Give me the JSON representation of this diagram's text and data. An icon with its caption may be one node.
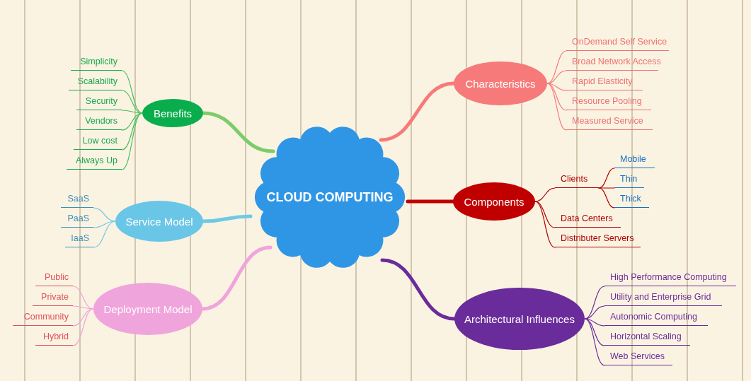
{
  "diagram": {
    "nodes": [
      {
        "text": [
          "CLOUD COMPUTING"
        ]
      },
      {
        "text": [
          "Characteristics"
        ]
      },
      {
        "text": [
          "OnDemand Self Service"
        ]
      },
      {
        "text": [
          "Broad Network Access"
        ]
      },
      {
        "text": [
          "Rapid Elasticity"
        ]
      },
      {
        "text": [
          "Resource Pooling"
        ]
      },
      {
        "text": [
          "Measured Service"
        ]
      },
      {
        "text": [
          "Components"
        ]
      },
      {
        "text": [
          "Clients"
        ]
      },
      {
        "text": [
          "Mobile"
        ]
      },
      {
        "text": [
          "Thin"
        ]
      },
      {
        "text": [
          "Thick"
        ]
      },
      {
        "text": [
          "Data Centers"
        ]
      },
      {
        "text": [
          "Distributer Servers"
        ]
      },
      {
        "text": [
          "Architectural Influences"
        ]
      },
      {
        "text": [
          "High Performance Computing"
        ]
      },
      {
        "text": [
          "Utility and Enterprise Grid"
        ]
      },
      {
        "text": [
          "Autonomic Computing"
        ]
      },
      {
        "text": [
          "Horizontal Scaling"
        ]
      },
      {
        "text": [
          "Web Services"
        ]
      },
      {
        "text": [
          "Benefits"
        ]
      },
      {
        "text": [
          "Simplicity"
        ]
      },
      {
        "text": [
          "Scalability"
        ]
      },
      {
        "text": [
          "Security"
        ]
      },
      {
        "text": [
          "Vendors"
        ]
      },
      {
        "text": [
          "Low cost"
        ]
      },
      {
        "text": [
          "Always Up"
        ]
      },
      {
        "text": [
          "Service Model"
        ]
      },
      {
        "text": [
          "SaaS"
        ]
      },
      {
        "text": [
          "PaaS"
        ]
      },
      {
        "text": [
          "IaaS"
        ]
      },
      {
        "text": [
          "Deployment Model"
        ]
      },
      {
        "text": [
          "Public"
        ]
      },
      {
        "text": [
          "Private"
        ]
      },
      {
        "text": [
          "Community"
        ]
      },
      {
        "text": [
          "Hybrid"
        ]
      }
    ],
    "edges": [
      {
        "from": 0,
        "to": 1,
        "arrow": "none",
        "style": "thick",
        "color": "#f77a7a"
      },
      {
        "from": 0,
        "to": 7,
        "arrow": "none",
        "style": "thick",
        "color": "#c00000"
      },
      {
        "from": 0,
        "to": 14,
        "arrow": "none",
        "style": "thick",
        "color": "#6a2c9a"
      },
      {
        "from": 0,
        "to": 20,
        "arrow": "none",
        "style": "thick",
        "color": "#7ccc6a"
      },
      {
        "from": 0,
        "to": 27,
        "arrow": "none",
        "style": "thick",
        "color": "#6ec9e6"
      },
      {
        "from": 0,
        "to": 31,
        "arrow": "none",
        "style": "thick",
        "color": "#f0a4dc"
      },
      {
        "from": 1,
        "to": 2,
        "arrow": "none",
        "color": "#f77a7a"
      },
      {
        "from": 1,
        "to": 3,
        "arrow": "none",
        "color": "#f77a7a"
      },
      {
        "from": 1,
        "to": 4,
        "arrow": "none",
        "color": "#f77a7a"
      },
      {
        "from": 1,
        "to": 5,
        "arrow": "none",
        "color": "#f77a7a"
      },
      {
        "from": 1,
        "to": 6,
        "arrow": "none",
        "color": "#f77a7a"
      },
      {
        "from": 7,
        "to": 8,
        "arrow": "none",
        "color": "#b00000"
      },
      {
        "from": 8,
        "to": 9,
        "arrow": "none",
        "color": "#b00000"
      },
      {
        "from": 8,
        "to": 10,
        "arrow": "none",
        "color": "#b00000"
      },
      {
        "from": 8,
        "to": 11,
        "arrow": "none",
        "color": "#b00000"
      },
      {
        "from": 7,
        "to": 12,
        "arrow": "none",
        "color": "#b00000"
      },
      {
        "from": 7,
        "to": 13,
        "arrow": "none",
        "color": "#b00000"
      },
      {
        "from": 14,
        "to": 15,
        "arrow": "none",
        "color": "#6a2c9a"
      },
      {
        "from": 14,
        "to": 16,
        "arrow": "none",
        "color": "#6a2c9a"
      },
      {
        "from": 14,
        "to": 17,
        "arrow": "none",
        "color": "#6a2c9a"
      },
      {
        "from": 14,
        "to": 18,
        "arrow": "none",
        "color": "#6a2c9a"
      },
      {
        "from": 14,
        "to": 19,
        "arrow": "none",
        "color": "#6a2c9a"
      },
      {
        "from": 20,
        "to": 21,
        "arrow": "none",
        "color": "#4cbf60"
      },
      {
        "from": 20,
        "to": 22,
        "arrow": "none",
        "color": "#4cbf60"
      },
      {
        "from": 20,
        "to": 23,
        "arrow": "none",
        "color": "#4cbf60"
      },
      {
        "from": 20,
        "to": 24,
        "arrow": "none",
        "color": "#4cbf60"
      },
      {
        "from": 20,
        "to": 25,
        "arrow": "none",
        "color": "#4cbf60"
      },
      {
        "from": 20,
        "to": 26,
        "arrow": "none",
        "color": "#4cbf60"
      },
      {
        "from": 27,
        "to": 28,
        "arrow": "none",
        "color": "#6ec9e6"
      },
      {
        "from": 27,
        "to": 29,
        "arrow": "none",
        "color": "#6ec9e6"
      },
      {
        "from": 27,
        "to": 30,
        "arrow": "none",
        "color": "#6ec9e6"
      },
      {
        "from": 31,
        "to": 32,
        "arrow": "none",
        "color": "#f0a4dc"
      },
      {
        "from": 31,
        "to": 33,
        "arrow": "none",
        "color": "#f0a4dc"
      },
      {
        "from": 31,
        "to": 34,
        "arrow": "none",
        "color": "#f0a4dc"
      },
      {
        "from": 31,
        "to": 35,
        "arrow": "none",
        "color": "#f0a4dc"
      }
    ]
  }
}
